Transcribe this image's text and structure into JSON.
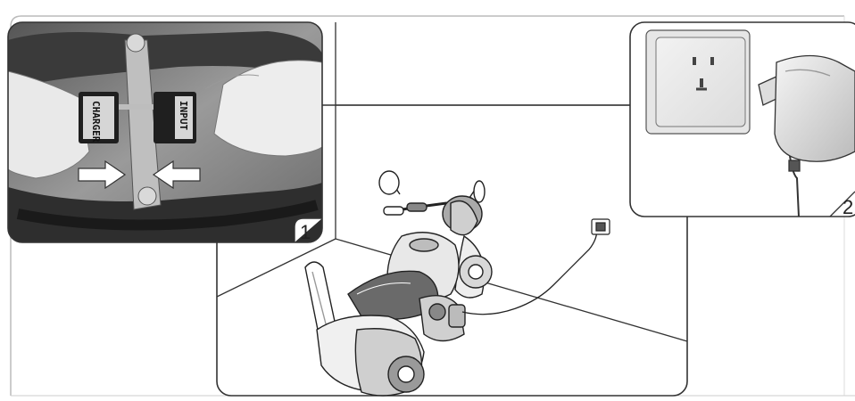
{
  "panels": {
    "panel1": {
      "number": "1",
      "connector_labels": [
        "CHARGER",
        "INPUT"
      ]
    },
    "panel2": {
      "number": "2"
    }
  },
  "colors": {
    "line": "#333333",
    "photo_dark": "#3a3a3a",
    "photo_mid": "#8a8a8a",
    "photo_light": "#cfcfcf",
    "panel_fill": "#ffffff"
  },
  "icons": [
    "arrow-right-icon",
    "arrow-left-icon",
    "wall-outlet-icon",
    "plug-adapter-icon",
    "charger-port-icon"
  ]
}
